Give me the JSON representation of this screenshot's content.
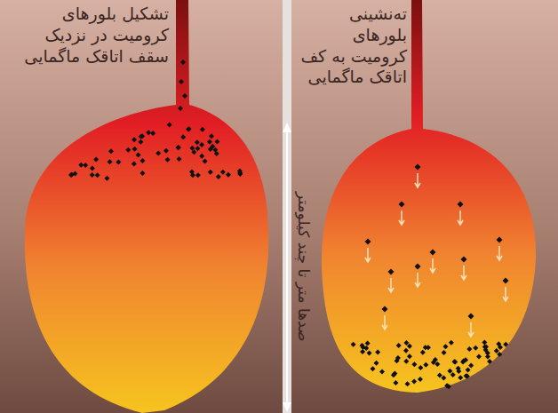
{
  "diagram": {
    "labels": [
      "تشکیل بلورهای کرومیت در نزدیک سقف اتاقک ماگمایی",
      "ته‌نشینی بلورهای کرومیت به کف اتاقک ماگمایی",
      "صدها متر تا چند کیلومتر"
    ]
  }
}
